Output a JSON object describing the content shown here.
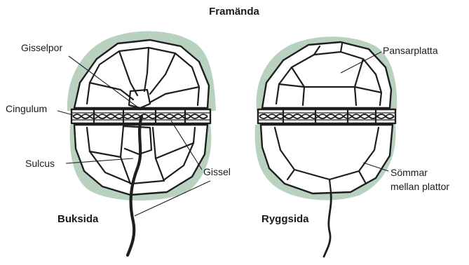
{
  "title": "Framända",
  "views": {
    "ventral": "Buksida",
    "dorsal": "Ryggsida"
  },
  "labels": {
    "flagellar_pore": "Gisselpor",
    "cingulum": "Cingulum",
    "sulcus": "Sulcus",
    "flagellum": "Gissel",
    "armor_plate": "Pansarplatta",
    "sutures_line1": "Sömmar",
    "sutures_line2": "mellan plattor"
  },
  "colors": {
    "plate_halo": "#b9d2bf",
    "outline": "#1e1e1e",
    "background": "#ffffff"
  }
}
